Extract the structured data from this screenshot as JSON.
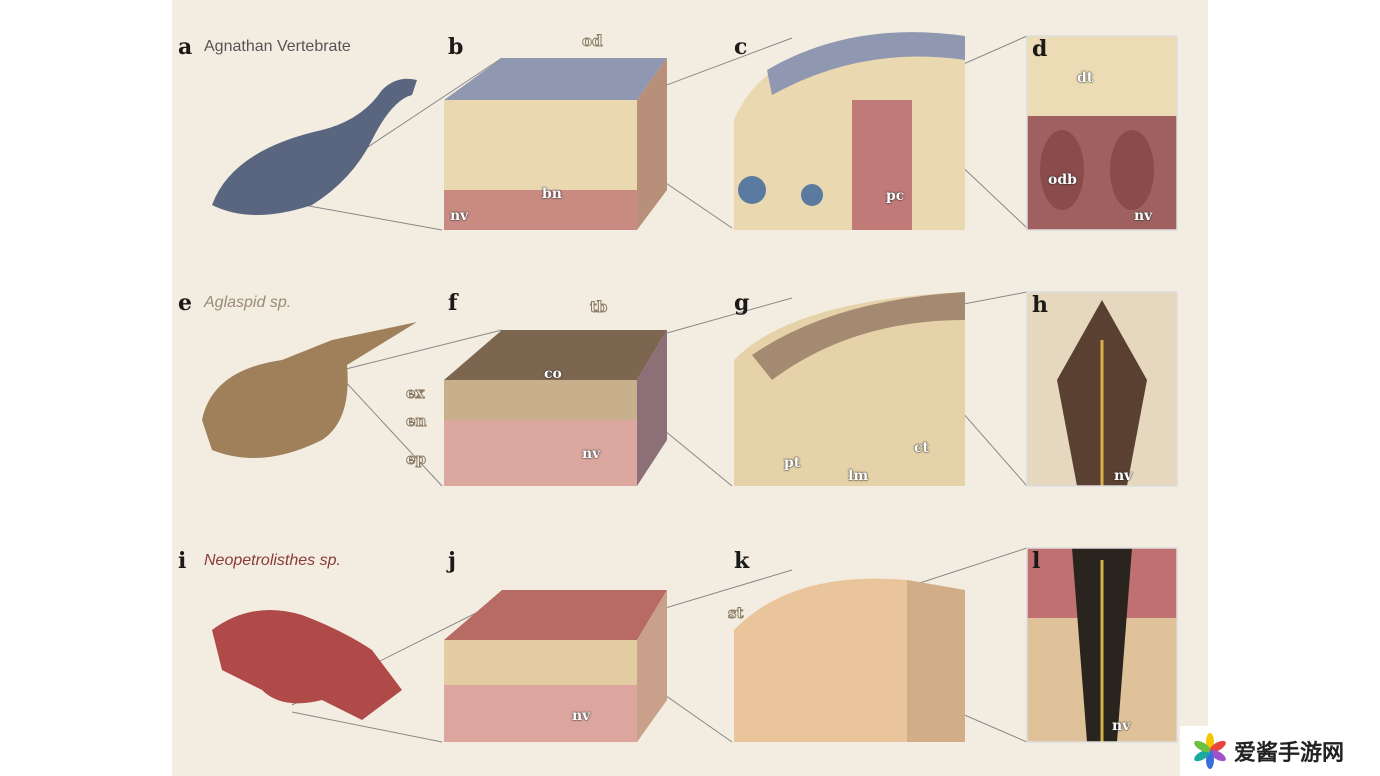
{
  "rows": [
    {
      "organism": {
        "letter": "a",
        "title": "Agnathan Vertebrate"
      },
      "panels": [
        "b",
        "c",
        "d"
      ],
      "labels": {
        "od": "od",
        "bn": "bn",
        "nv_b": "nv",
        "pc": "pc",
        "dt": "dt",
        "odb": "odb",
        "nv_d": "nv"
      }
    },
    {
      "organism": {
        "letter": "e",
        "title": "Aglaspid sp."
      },
      "panels": [
        "f",
        "g",
        "h"
      ],
      "labels": {
        "tb": "tb",
        "co": "co",
        "ex": "ex",
        "en": "en",
        "ep": "ep",
        "nv_f": "nv",
        "pt": "pt",
        "lm": "lm",
        "ct": "ct",
        "nv_h": "nv"
      }
    },
    {
      "organism": {
        "letter": "i",
        "title": "Neopetrolisthes sp."
      },
      "panels": [
        "j",
        "k",
        "l"
      ],
      "labels": {
        "nv_j": "nv",
        "st": "st",
        "nv_l": "nv"
      }
    }
  ],
  "watermark": {
    "text": "爱酱手游网"
  },
  "colors": {
    "background": "#f3ede1",
    "row1_title": "#555",
    "row2_title": "#9a8a78",
    "row3_title": "#8a3a3a"
  }
}
